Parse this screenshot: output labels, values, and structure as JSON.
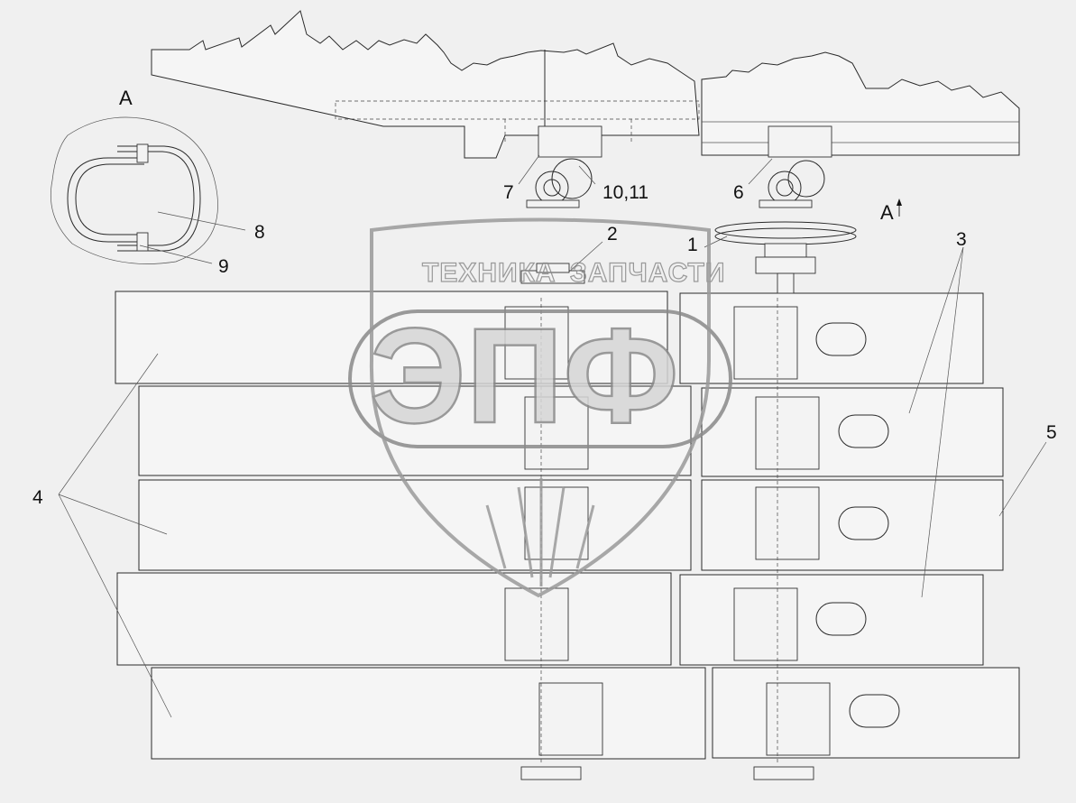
{
  "callouts": [
    "1",
    "2",
    "3",
    "4",
    "5",
    "6",
    "7",
    "8",
    "9",
    "10,11"
  ],
  "view_labels": {
    "section_a": "A",
    "arrow_a": "A"
  },
  "watermark": {
    "brand": "ЭПФ",
    "left_word": "ТЕХНИКА",
    "right_word": "ЗАПЧАСТИ"
  }
}
